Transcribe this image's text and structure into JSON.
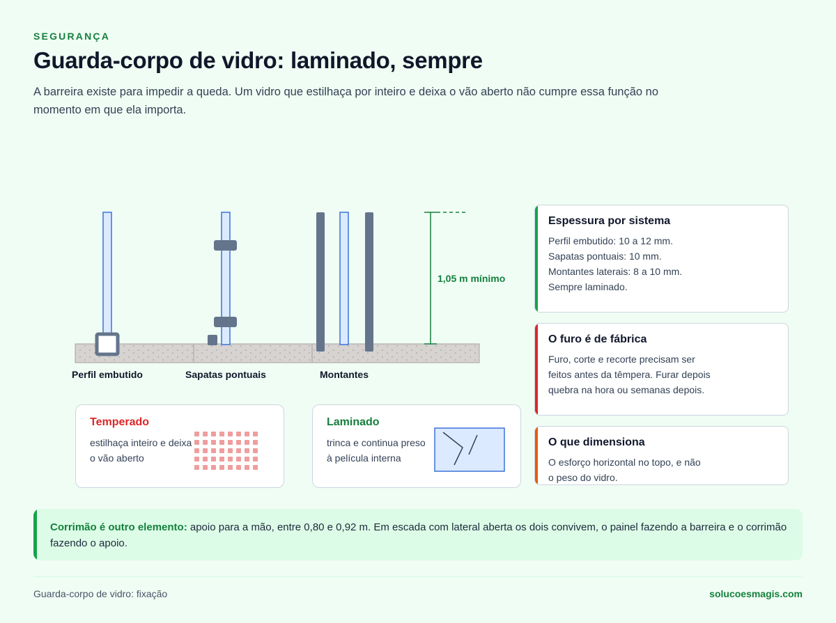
{
  "header": {
    "eyebrow": "SEGURANÇA",
    "title": "Guarda-corpo de vidro: laminado, sempre",
    "subtitle": "A barreira existe para impedir a queda. Um vidro que estilhaça por inteiro e deixa o vão aberto não cumpre essa função no momento em que ela importa."
  },
  "diagram": {
    "systems": [
      {
        "label": "Perfil embutido"
      },
      {
        "label": "Sapatas pontuais"
      },
      {
        "label": "Montantes"
      }
    ],
    "dimension_label": "1,05 m mínimo"
  },
  "glass_types": {
    "tempered": {
      "title": "Temperado",
      "description": "estilhaça inteiro e deixa o vão aberto"
    },
    "laminated": {
      "title": "Laminado",
      "description": "trinca e continua preso à película interna"
    }
  },
  "info_cards": [
    {
      "title": "Espessura por sistema",
      "lines": [
        "Perfil embutido: 10 a 12 mm.",
        "Sapatas pontuais: 10 mm.",
        "Montantes laterais: 8 a 10 mm.",
        "Sempre laminado."
      ],
      "accent": "#16a34a"
    },
    {
      "title": "O furo é de fábrica",
      "lines": [
        "Furo, corte e recorte precisam ser",
        "feitos antes da têmpera. Furar depois",
        "quebra na hora ou semanas depois."
      ],
      "accent": "#dc2626"
    },
    {
      "title": "O que dimensiona",
      "lines": [
        "O esforço horizontal no topo, e não",
        "o peso do vidro."
      ],
      "accent": "#ea580c"
    }
  ],
  "callout": {
    "strong": "Corrimão é outro elemento:",
    "text": " apoio para a mão, entre 0,80 e 0,92 m. Em escada com lateral aberta os dois convivem, o painel fazendo a barreira e o corrimão fazendo o apoio."
  },
  "footer": {
    "left": "Guarda-corpo de vidro: fixação",
    "right": "solucoesmagis.com"
  },
  "colors": {
    "glass_fill": "#dbeafe",
    "glass_stroke": "#3b72d9",
    "metal": "#64748b",
    "concrete": "#d6d3d1",
    "tempered_red": "#dc2626",
    "laminated_green": "#15803d"
  }
}
